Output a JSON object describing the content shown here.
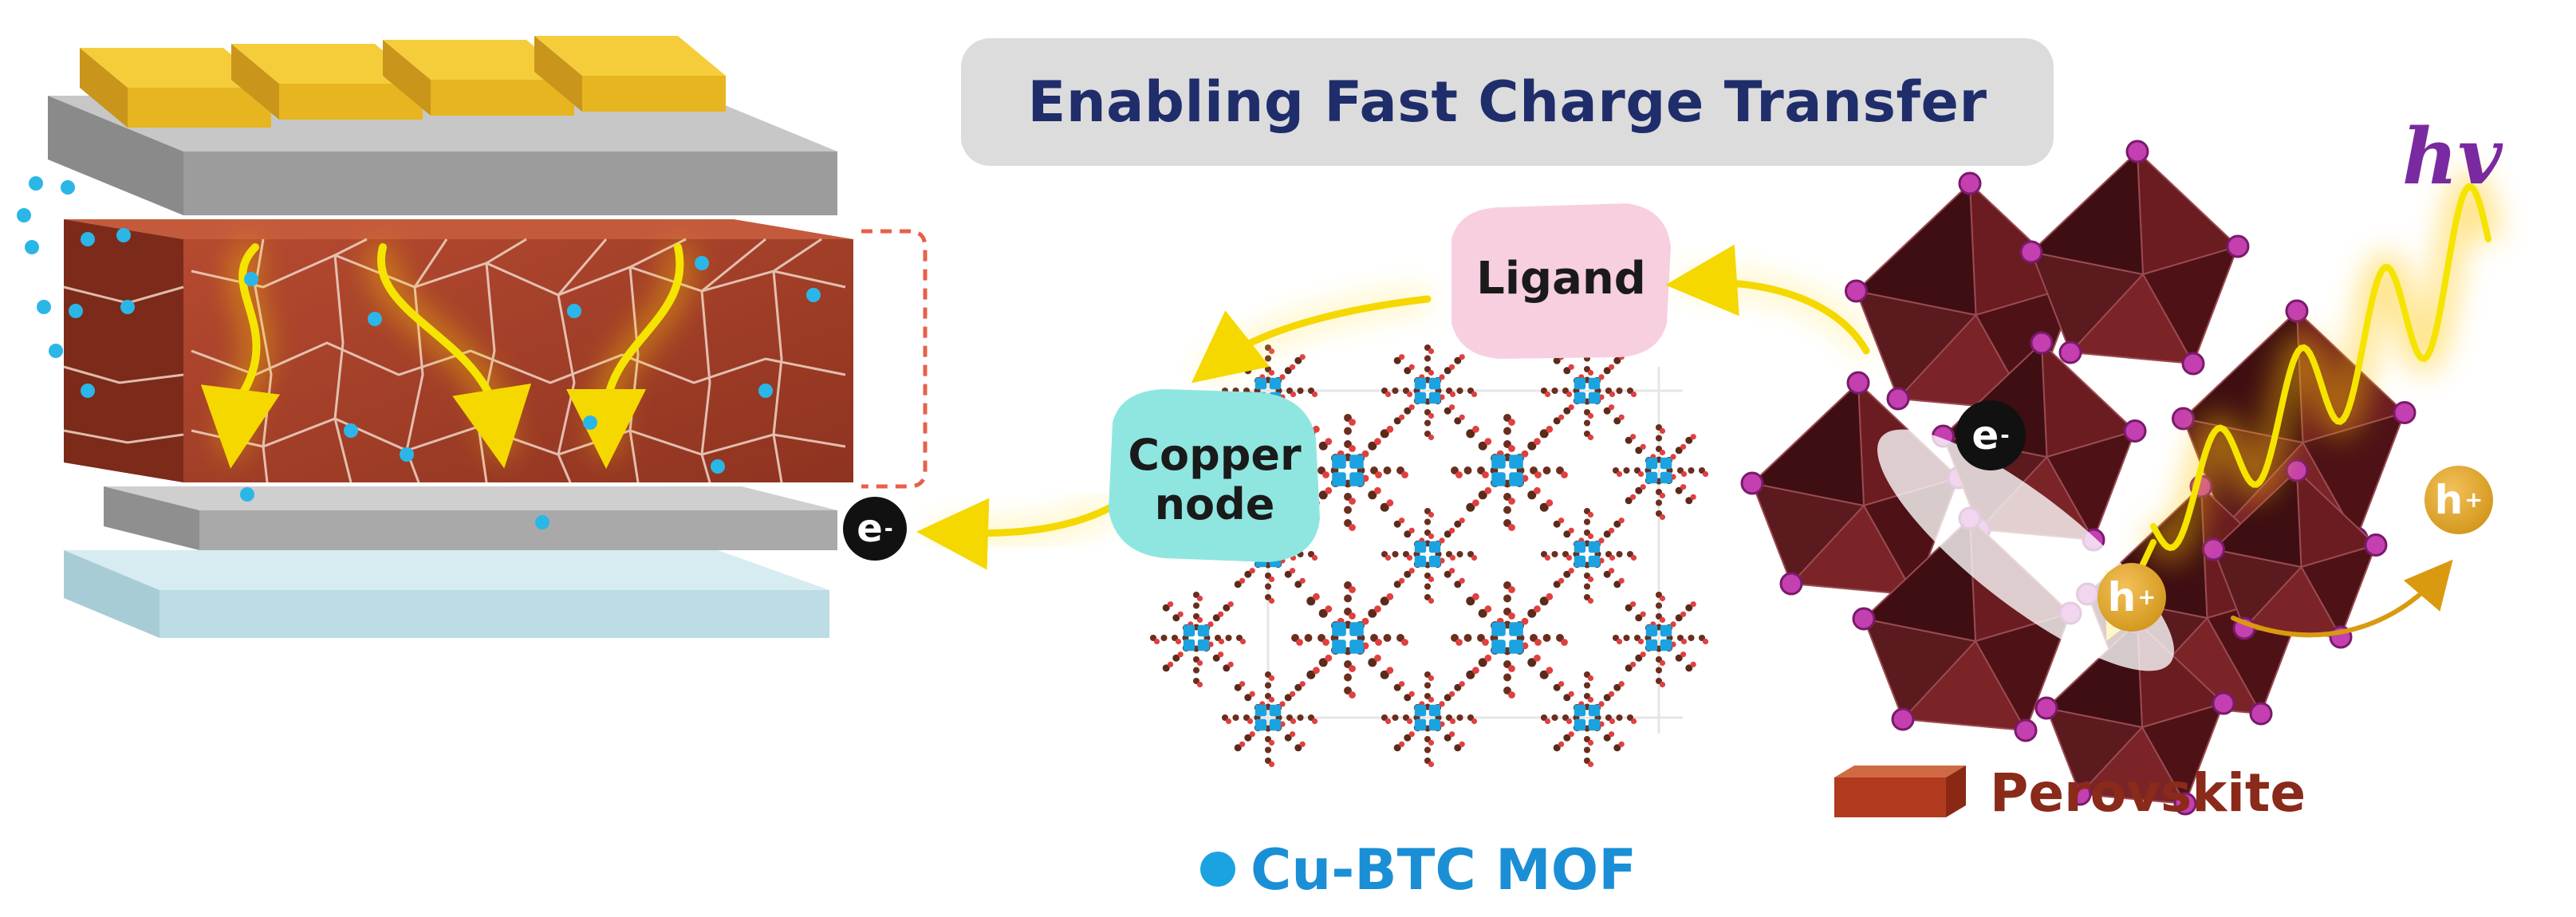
{
  "title": "Enabling Fast Charge Transfer",
  "labels": {
    "ligand": "Ligand",
    "copper_node_line1": "Copper",
    "copper_node_line2": "node",
    "hv": "hv",
    "electron": "e",
    "electron_sign": "-",
    "hole": "h",
    "hole_sign": "+"
  },
  "legend": {
    "mof": "Cu-BTC MOF",
    "perovskite": "Perovskite"
  },
  "colors": {
    "title_text": "#1f2d6b",
    "pill_bg": "#dcdcdc",
    "perovskite": "#a8432a",
    "octahedra": "#5a1a1e",
    "mof_dot": "#1aa3e0",
    "arrow_yellow": "#f5d800",
    "hole_orange": "#d99a10",
    "ligand_pink": "#f7cfe0",
    "copper_cyan": "#8fe6e0",
    "legend_mof_text": "#1a8fd6",
    "legend_perov_text": "#8a2a1a"
  }
}
